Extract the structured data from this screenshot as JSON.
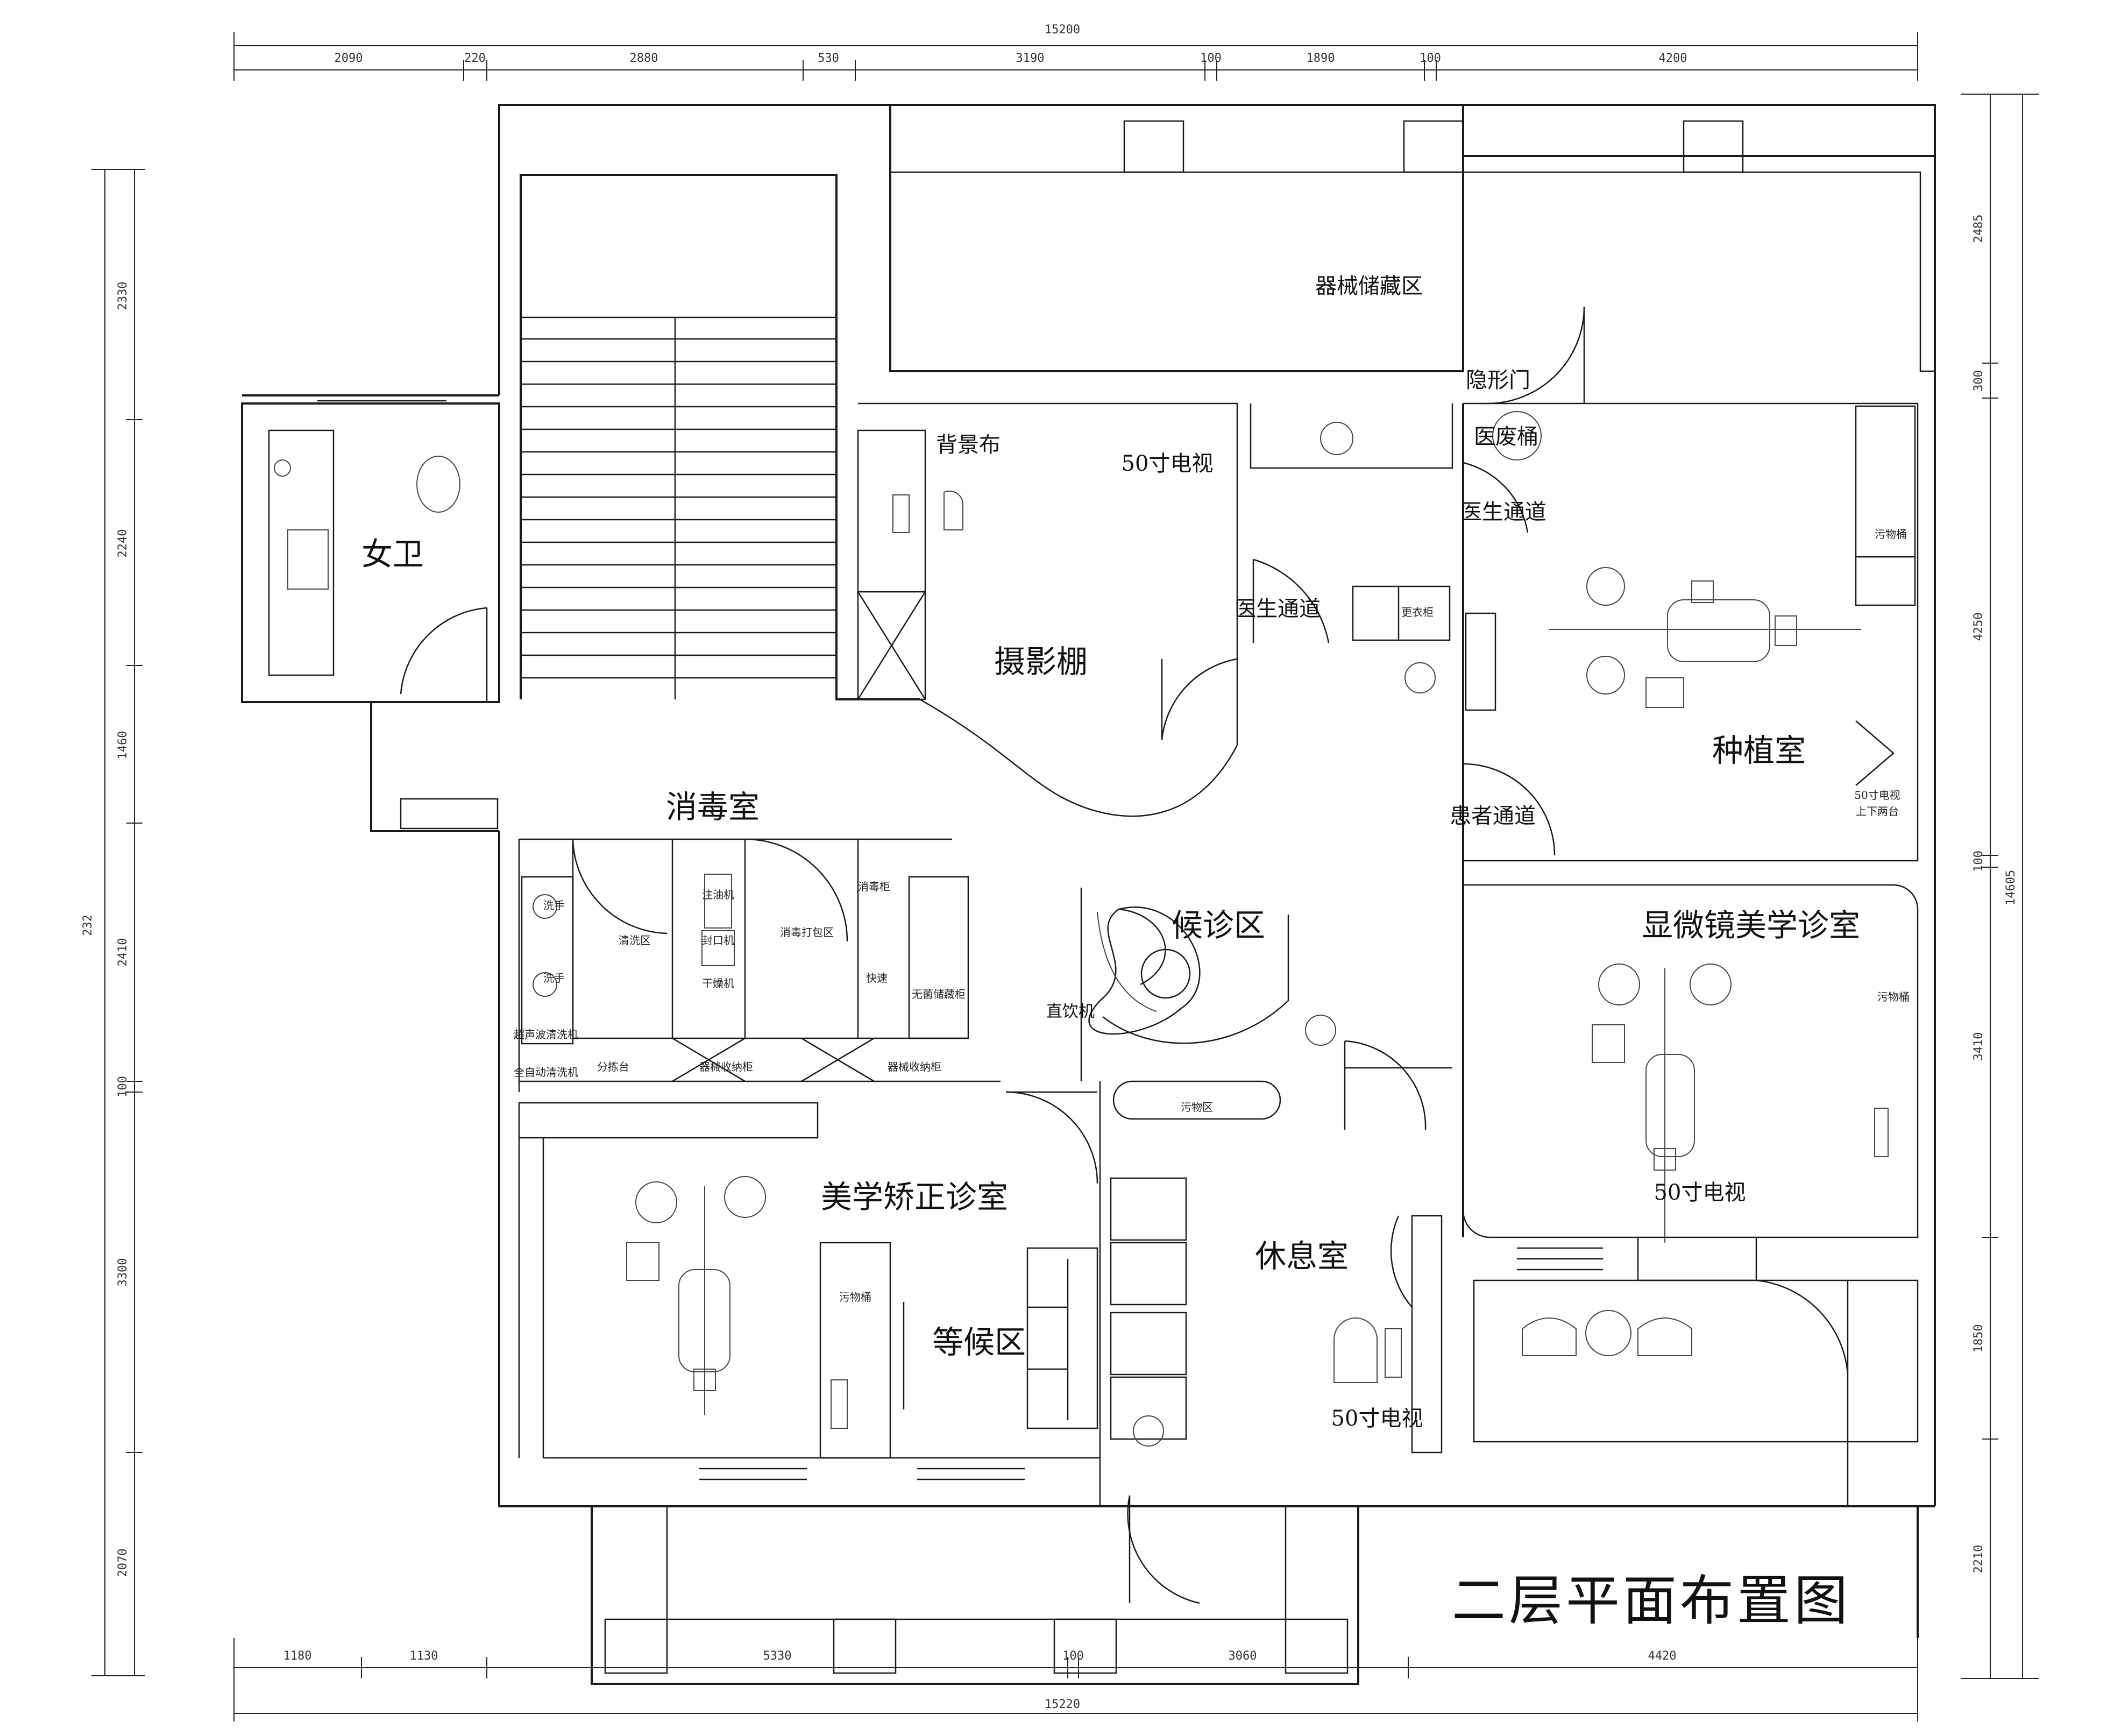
{
  "title": "二层平面布置图",
  "rooms": {
    "womens_wc": "女卫",
    "storage": "器械储藏区",
    "hidden_door": "隐形门",
    "medical_waste": "医废桶",
    "doctor_passage_1": "医生通道",
    "doctor_passage_2": "医生通道",
    "implant_room": "种植室",
    "patient_passage": "患者通道",
    "tv_note": "50寸电视",
    "tv_note_2": "上下两台",
    "backdrop": "背景布",
    "tv_photo": "50寸电视",
    "photo_studio": "摄影棚",
    "changing_cabinet": "更衣柜",
    "disinfection_room": "消毒室",
    "waiting_area": "候诊区",
    "water_dispenser": "直饮机",
    "microscope_room": "显微镜美学诊室",
    "tv_micro": "50寸电视",
    "orthodontic_room": "美学矫正诊室",
    "waiting_zone": "等候区",
    "lounge": "休息室",
    "tv_lounge": "50寸电视"
  },
  "disinfection_labels": {
    "wash_area": "清洗区",
    "pack_area": "消毒打包区",
    "cabinet": "消毒柜",
    "sterile_cabinet": "无菌储藏柜",
    "oil_machine": "注油机",
    "pack_machine": "封口机",
    "dryer": "干燥机",
    "fast_cooling": "快速",
    "auto_washer": "全自动清洗机",
    "sorting_table": "分拣台",
    "instrument_cabinet": "器械收纳柜",
    "sterile_storage": "器械收纳柜",
    "sink_1": "洗手",
    "sink_2": "洗手",
    "ultrasonic": "超声波清洗机"
  },
  "waste_bins": {
    "implant": "污物桶",
    "micro": "污物桶",
    "ortho": "污物桶",
    "waiting": "污物区"
  },
  "dims_top": {
    "overall": "15200",
    "segments": [
      "2090",
      "220",
      "2880",
      "530",
      "3190",
      "100",
      "1890",
      "100",
      "4200"
    ]
  },
  "dims_bottom": {
    "overall": "15220",
    "segments": [
      "1180",
      "1130",
      "5330",
      "100",
      "3060",
      "4420"
    ]
  },
  "dims_left": {
    "overall": "232",
    "segments": [
      "2330",
      "2240",
      "1460",
      "2410",
      "100",
      "3300",
      "2070"
    ]
  },
  "dims_right": {
    "overall": "14605",
    "segments": [
      "2485",
      "300",
      "4250",
      "100",
      "3410",
      "1850",
      "2210"
    ]
  }
}
